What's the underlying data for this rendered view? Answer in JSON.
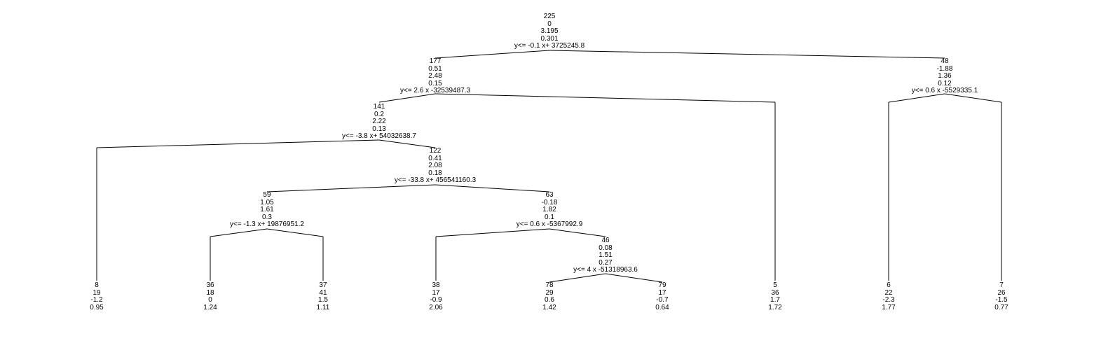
{
  "tree": {
    "nodes": {
      "root": {
        "lines": [
          "225",
          "0",
          "3.195",
          "0.301"
        ],
        "split": "y<= -0.1 x+ 3725245.8"
      },
      "n177": {
        "lines": [
          "177",
          "0.51",
          "2.48",
          "0.15"
        ],
        "split": "y<= 2.6 x -32539487.3"
      },
      "n48": {
        "lines": [
          "48",
          "-1.88",
          "1.36",
          "0.12"
        ],
        "split": "y<= 0.6 x -5529335.1"
      },
      "n141": {
        "lines": [
          "141",
          "0.2",
          "2.22",
          "0.13"
        ],
        "split": "y<= -3.8 x+ 54032638.7"
      },
      "n122": {
        "lines": [
          "122",
          "0.41",
          "2.08",
          "0.18"
        ],
        "split": "y<= -33.8 x+ 456541160.3"
      },
      "n59": {
        "lines": [
          "59",
          "1.05",
          "1.61",
          "0.3"
        ],
        "split": "y<= -1.3 x+ 19876951.2"
      },
      "n63": {
        "lines": [
          "63",
          "-0.18",
          "1.82",
          "0.1"
        ],
        "split": "y<= 0.6 x -5367992.9"
      },
      "n46": {
        "lines": [
          "46",
          "0.08",
          "1.51",
          "0.27"
        ],
        "split": "y<= 4 x -51318963.6"
      },
      "leaf8": {
        "lines": [
          "8",
          "19",
          "-1.2",
          "0.95"
        ]
      },
      "leaf36": {
        "lines": [
          "36",
          "18",
          "0",
          "1.24"
        ]
      },
      "leaf37": {
        "lines": [
          "37",
          "41",
          "1.5",
          "1.11"
        ]
      },
      "leaf38": {
        "lines": [
          "38",
          "17",
          "-0.9",
          "2.06"
        ]
      },
      "leaf78": {
        "lines": [
          "78",
          "29",
          "0.6",
          "1.42"
        ]
      },
      "leaf79": {
        "lines": [
          "79",
          "17",
          "-0.7",
          "0.64"
        ]
      },
      "leaf5": {
        "lines": [
          "5",
          "36",
          "1.7",
          "1.72"
        ]
      },
      "leaf6": {
        "lines": [
          "6",
          "22",
          "-2.3",
          "1.77"
        ]
      },
      "leaf7": {
        "lines": [
          "7",
          "26",
          "-1.5",
          "0.77"
        ]
      }
    },
    "edges": [
      [
        "root",
        "n177"
      ],
      [
        "root",
        "n48"
      ],
      [
        "n177",
        "n141"
      ],
      [
        "n177",
        "leaf5"
      ],
      [
        "n48",
        "leaf6"
      ],
      [
        "n48",
        "leaf7"
      ],
      [
        "n141",
        "leaf8"
      ],
      [
        "n141",
        "n122"
      ],
      [
        "n122",
        "n59"
      ],
      [
        "n122",
        "n63"
      ],
      [
        "n59",
        "leaf36"
      ],
      [
        "n59",
        "leaf37"
      ],
      [
        "n63",
        "leaf38"
      ],
      [
        "n63",
        "n46"
      ],
      [
        "n46",
        "leaf78"
      ],
      [
        "n46",
        "leaf79"
      ]
    ]
  }
}
